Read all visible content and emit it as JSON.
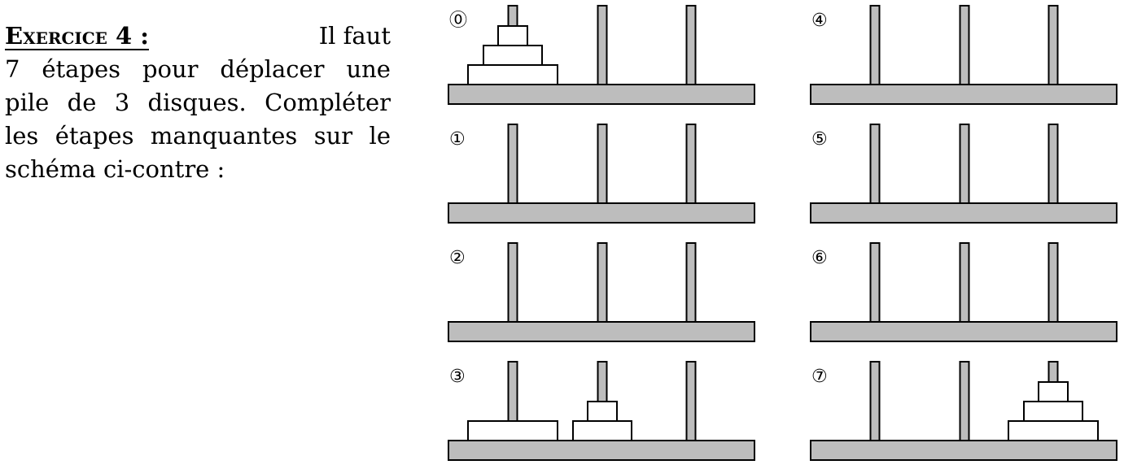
{
  "exercise": {
    "heading": "Exercice 4 :",
    "line1_end": "Il faut",
    "line2": [
      "7",
      "étapes",
      "pour",
      "déplacer",
      "une"
    ],
    "line3": [
      "pile",
      "de",
      "3",
      "disques.",
      "Compléter"
    ],
    "line4": [
      "les",
      "étapes",
      "manquantes",
      "sur",
      "le"
    ],
    "line5": "schéma ci-contre :"
  },
  "diagram": {
    "colors": {
      "rod": "#bdbdbd",
      "base": "#bdbdbd",
      "disk": "#ffffff",
      "stroke": "#000000"
    },
    "disk_sizes": [
      "small",
      "medium",
      "large"
    ],
    "steps": [
      {
        "label": "⓪",
        "pegs": [
          [
            "large",
            "medium",
            "small"
          ],
          [],
          []
        ]
      },
      {
        "label": "①",
        "pegs": [
          [],
          [],
          []
        ]
      },
      {
        "label": "②",
        "pegs": [
          [],
          [],
          []
        ]
      },
      {
        "label": "③",
        "pegs": [
          [
            "large"
          ],
          [
            "medium",
            "small"
          ],
          []
        ]
      },
      {
        "label": "④",
        "pegs": [
          [],
          [],
          []
        ]
      },
      {
        "label": "⑤",
        "pegs": [
          [],
          [],
          []
        ]
      },
      {
        "label": "⑥",
        "pegs": [
          [],
          [],
          []
        ]
      },
      {
        "label": "⑦",
        "pegs": [
          [],
          [],
          [
            "large",
            "medium",
            "small"
          ]
        ]
      }
    ]
  }
}
